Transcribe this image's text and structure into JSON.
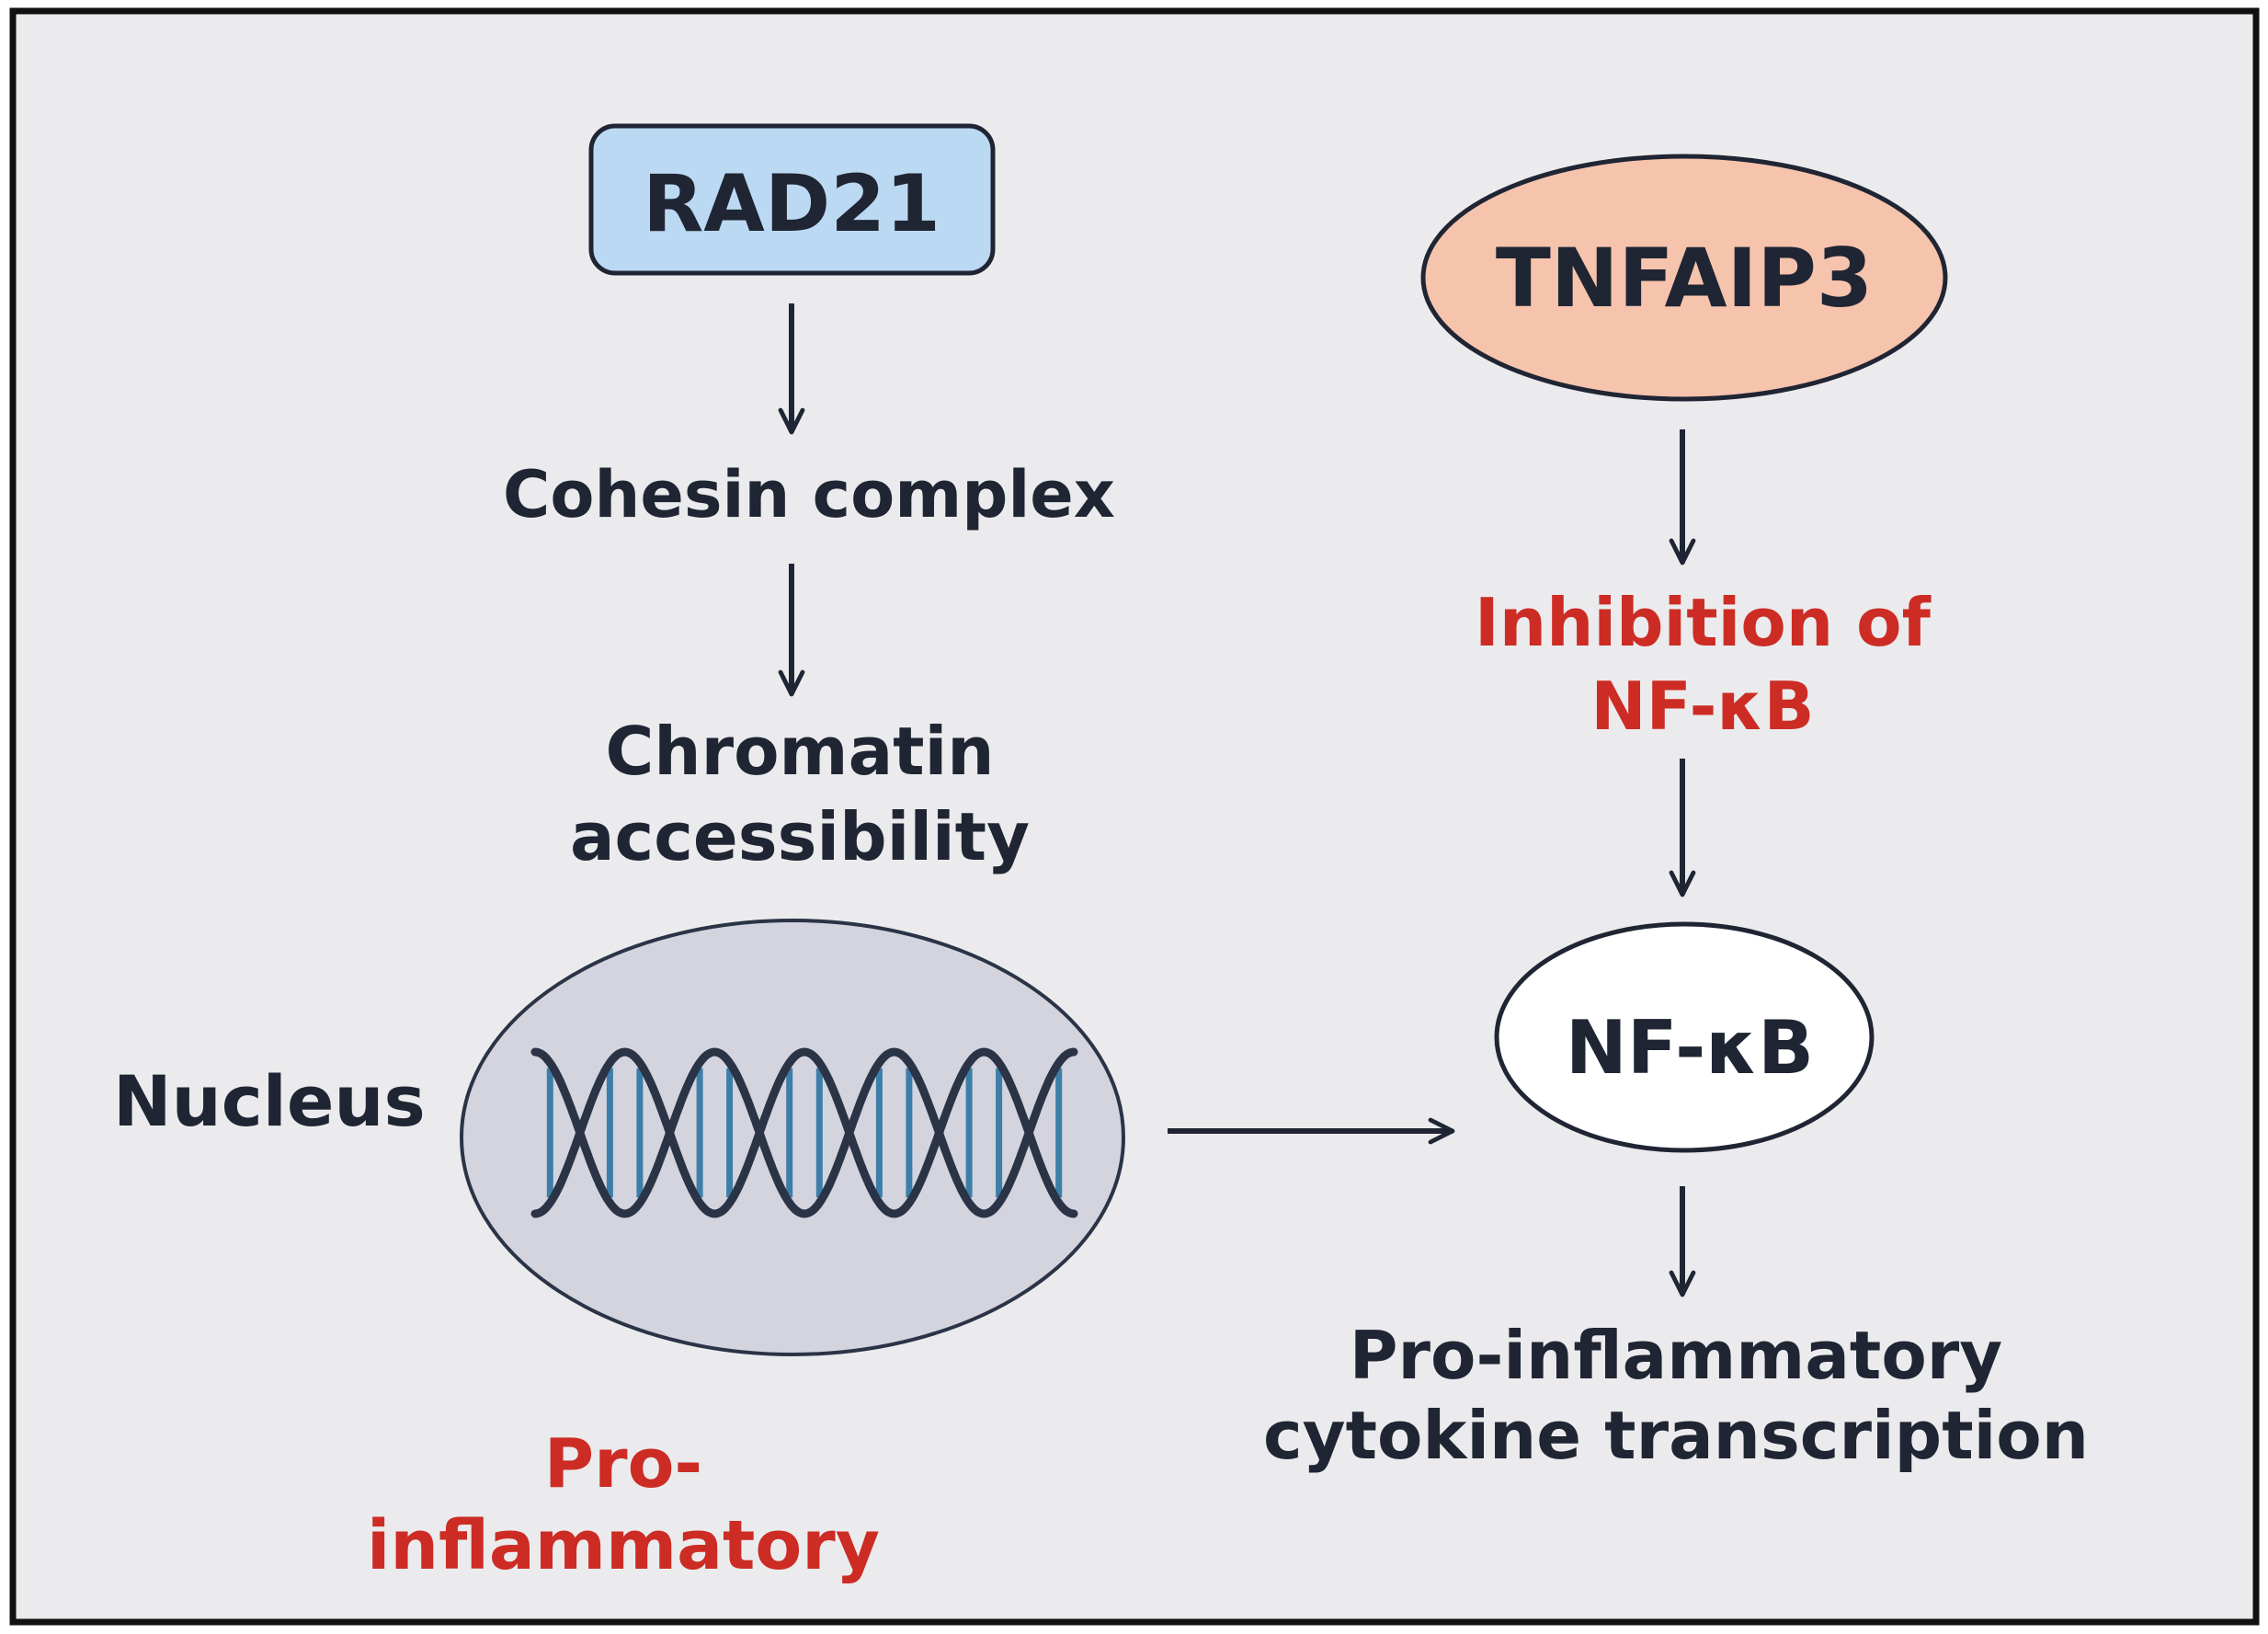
{
  "colors": {
    "background": "#ebebed",
    "frame": "#111111",
    "text_dark": "#1f2533",
    "text_red": "#cc2c24",
    "rad21_fill": "#bcd9f3",
    "tnfaip3_fill": "#f6c3ad",
    "nfkb_fill": "#ffffff",
    "nucleus_fill": "#d3d4de",
    "dna_strand": "#2a3446",
    "dna_rung_blue": "#3d7ea8",
    "dna_rung_light": "#8ebfdc",
    "arrow": "#1f2533"
  },
  "nodes": {
    "rad21": "RAD21",
    "tnfaip3": "TNFAIP3",
    "nfkb": "NF-κB"
  },
  "labels": {
    "cohesin": "Cohesin complex",
    "chromatin_line1": "Chromatin",
    "chromatin_line2": "accessibility",
    "inhibition_line1": "Inhibition of",
    "inhibition_line2": "NF-κB",
    "nucleus": "Nucleus",
    "pro_line1": "Pro-",
    "pro_line2": "inflammatory",
    "output_line1": "Pro-inflammatory",
    "output_line2": "cytokine transcription"
  },
  "icons": {
    "dna": "dna-double-helix-icon"
  }
}
